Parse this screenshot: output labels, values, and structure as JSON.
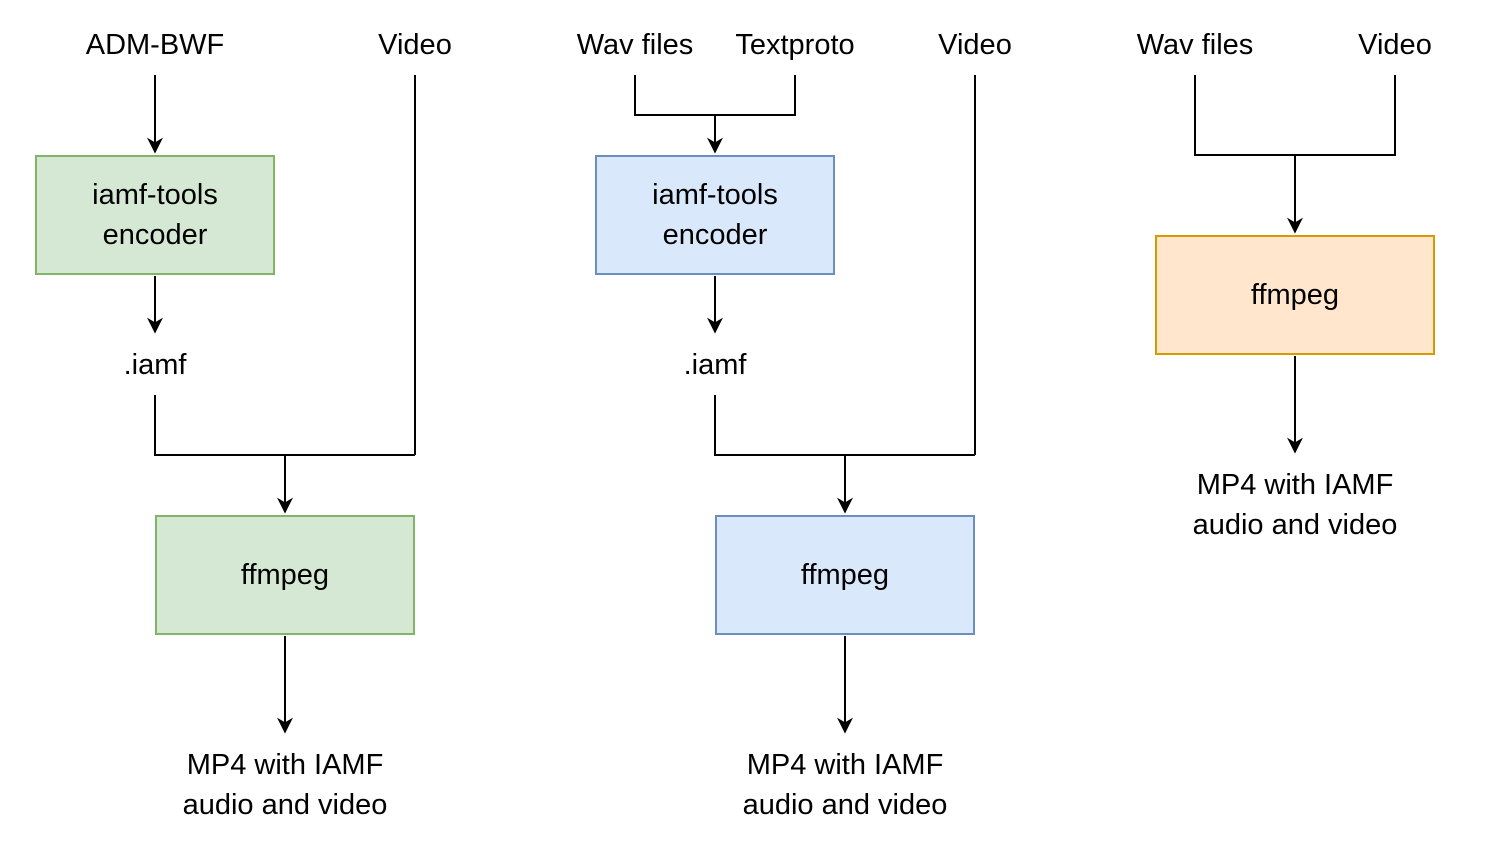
{
  "colors": {
    "green_fill": "#d5e8d4",
    "green_stroke": "#82b366",
    "blue_fill": "#dae8fc",
    "blue_stroke": "#6c8ebf",
    "orange_fill": "#ffe6cc",
    "orange_stroke": "#d79b00",
    "edge": "#000000"
  },
  "pipeline_a": {
    "input_adm": "ADM-BWF",
    "input_video": "Video",
    "encoder_line1": "iamf-tools",
    "encoder_line2": "encoder",
    "intermediate": ".iamf",
    "muxer": "ffmpeg",
    "output_line1": "MP4 with IAMF",
    "output_line2": "audio and video"
  },
  "pipeline_b": {
    "input_wav": "Wav files",
    "input_textproto": "Textproto",
    "input_video": "Video",
    "encoder_line1": "iamf-tools",
    "encoder_line2": "encoder",
    "intermediate": ".iamf",
    "muxer": "ffmpeg",
    "output_line1": "MP4 with IAMF",
    "output_line2": "audio and video"
  },
  "pipeline_c": {
    "input_wav": "Wav files",
    "input_video": "Video",
    "muxer": "ffmpeg",
    "output_line1": "MP4 with IAMF",
    "output_line2": "audio and video"
  }
}
